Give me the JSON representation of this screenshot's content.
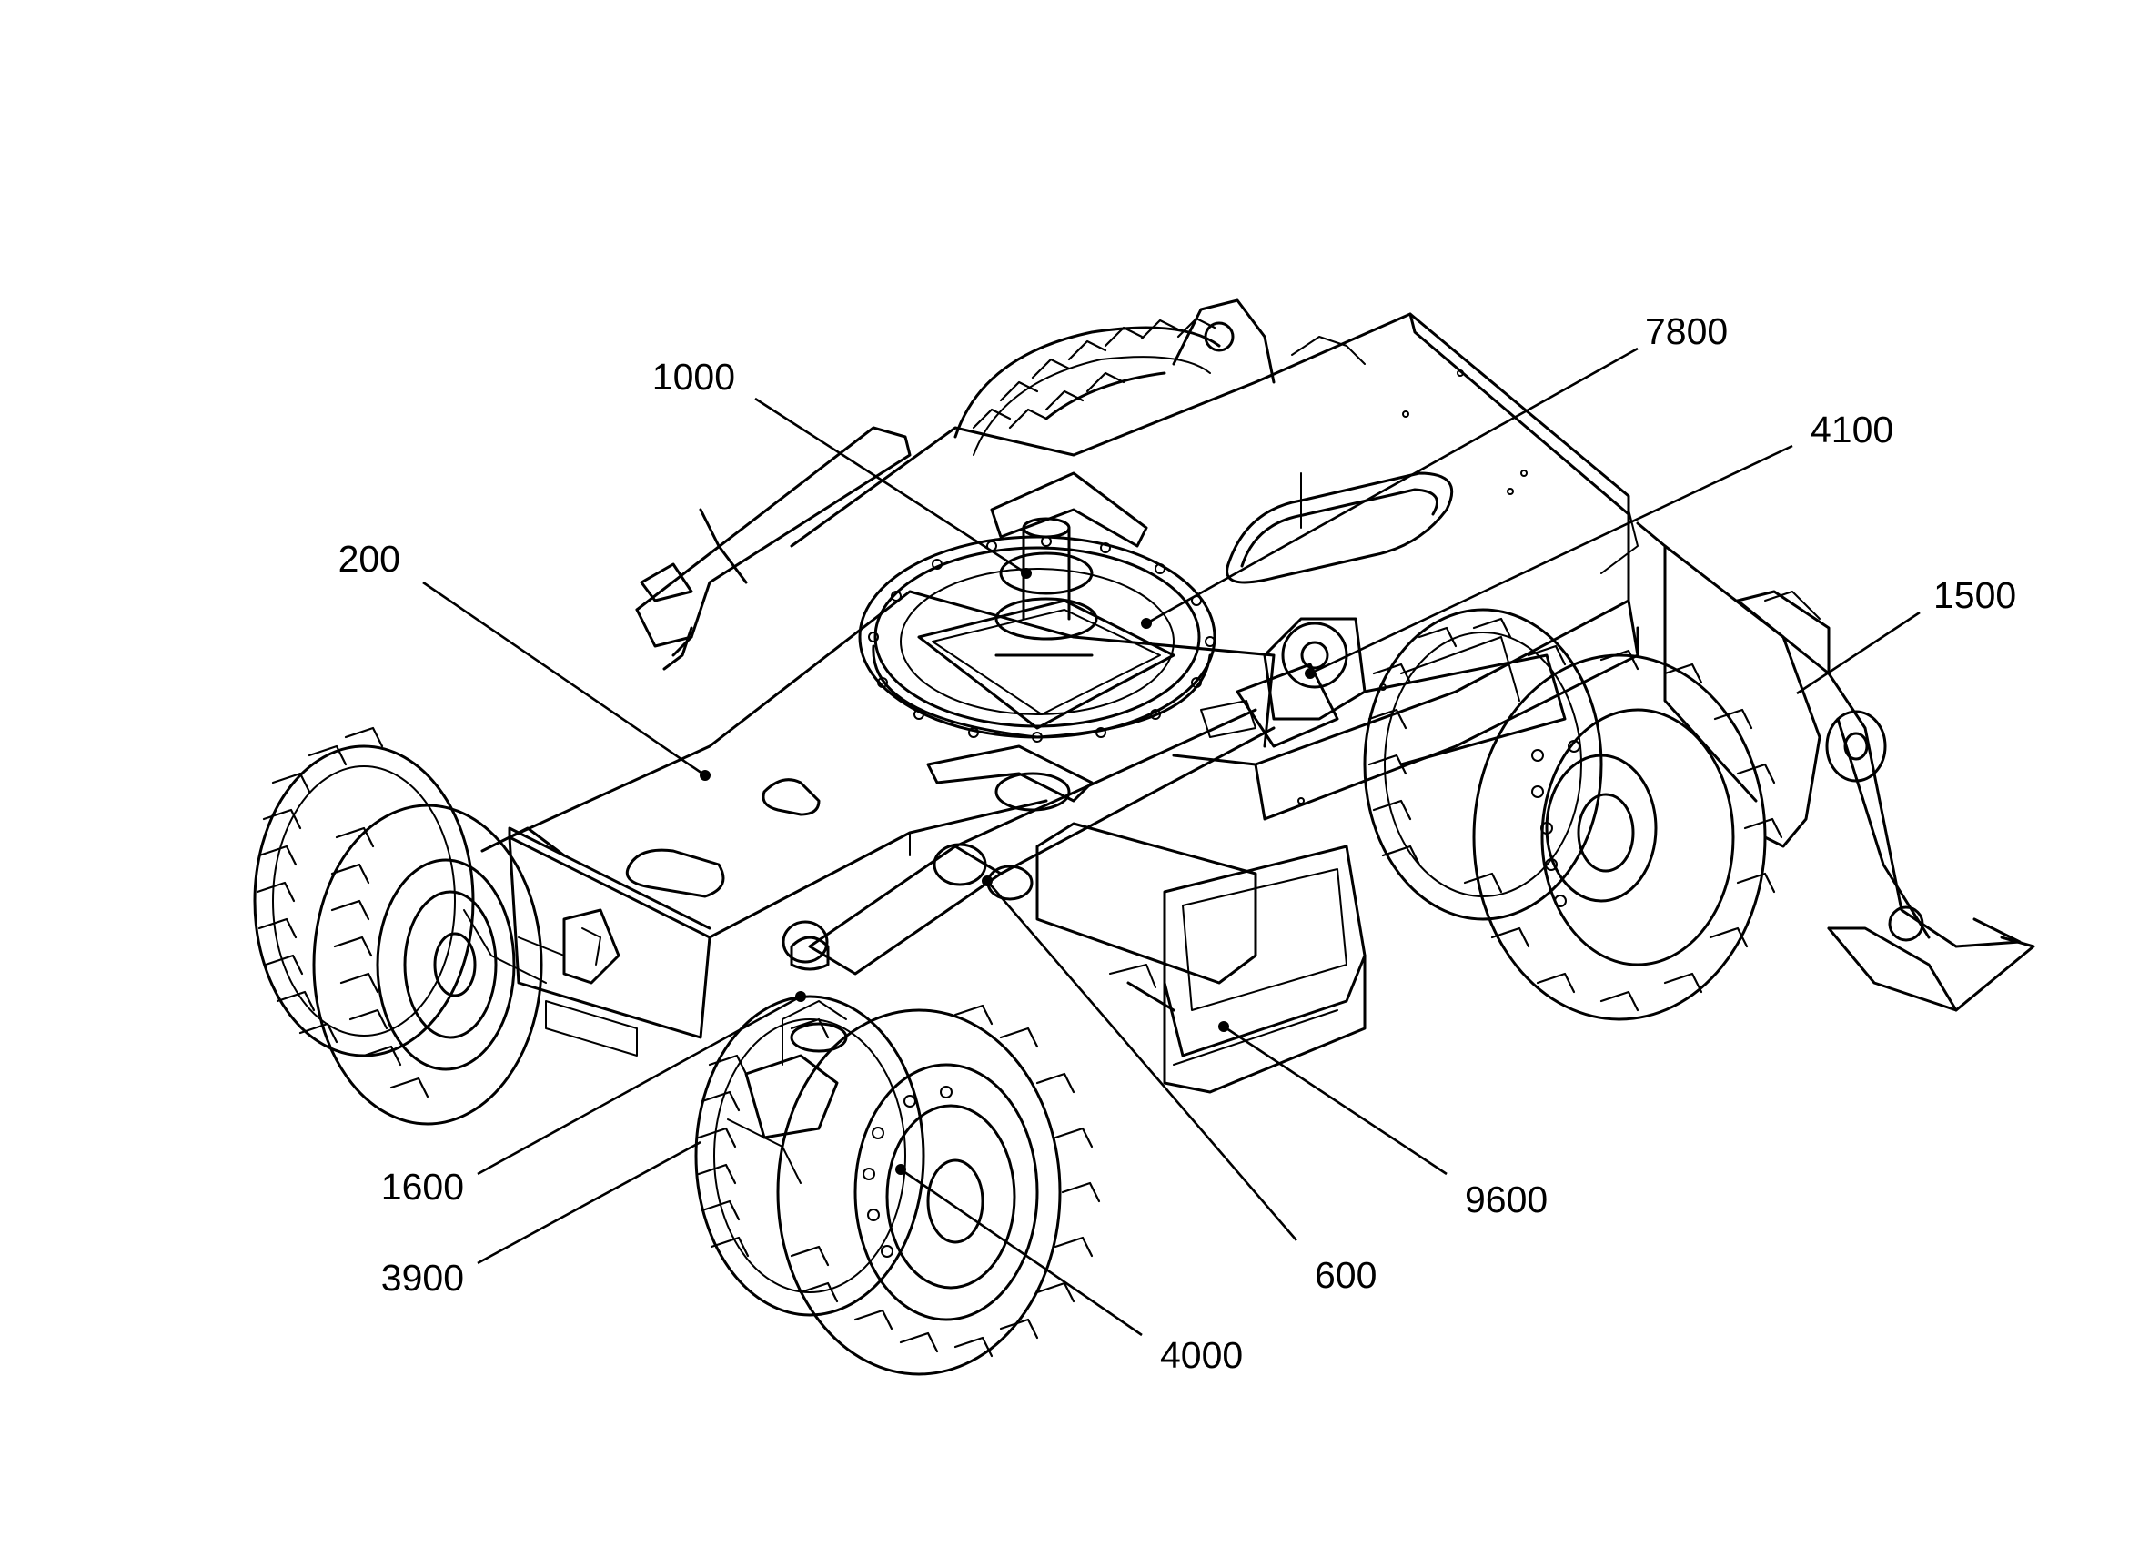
{
  "callouts": [
    {
      "id": "200",
      "text": "200"
    },
    {
      "id": "1000",
      "text": "1000"
    },
    {
      "id": "7800",
      "text": "7800"
    },
    {
      "id": "4100",
      "text": "4100"
    },
    {
      "id": "1500",
      "text": "1500"
    },
    {
      "id": "1600",
      "text": "1600"
    },
    {
      "id": "3900",
      "text": "3900"
    },
    {
      "id": "4000",
      "text": "4000"
    },
    {
      "id": "600",
      "text": "600"
    },
    {
      "id": "9600",
      "text": "9600"
    }
  ]
}
